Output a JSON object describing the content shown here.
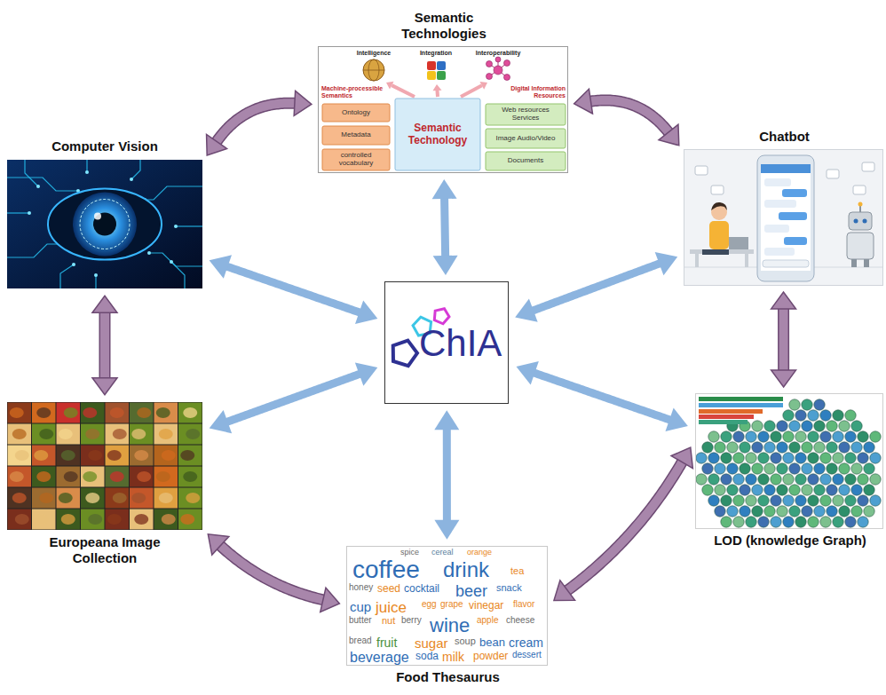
{
  "diagram": {
    "nodes": [
      {
        "text": [
          "Semantic Technologies"
        ]
      },
      {
        "text": [
          "Computer Vision"
        ]
      },
      {
        "text": [
          "Chatbot"
        ]
      },
      {
        "text": [
          "ChIA"
        ]
      },
      {
        "text": [
          "Europeana Image Collection"
        ]
      },
      {
        "text": [
          "LOD (knowledge Graph)"
        ]
      },
      {
        "text": [
          "Food Thesaurus"
        ]
      }
    ],
    "edges": [
      {
        "from": 3,
        "to": 0,
        "arrow": "both"
      },
      {
        "from": 3,
        "to": 1,
        "arrow": "both"
      },
      {
        "from": 3,
        "to": 2,
        "arrow": "both"
      },
      {
        "from": 3,
        "to": 4,
        "arrow": "both"
      },
      {
        "from": 3,
        "to": 5,
        "arrow": "both"
      },
      {
        "from": 3,
        "to": 6,
        "arrow": "both"
      },
      {
        "from": 1,
        "to": 0,
        "arrow": "both"
      },
      {
        "from": 0,
        "to": 2,
        "arrow": "both"
      },
      {
        "from": 2,
        "to": 5,
        "arrow": "both"
      },
      {
        "from": 5,
        "to": 6,
        "arrow": "both"
      },
      {
        "from": 6,
        "to": 4,
        "arrow": "both"
      },
      {
        "from": 4,
        "to": 1,
        "arrow": "both"
      }
    ],
    "labels": [
      "Intelligence",
      "Integration",
      "Interoperability",
      "Machine-processible Semantics",
      "Digital Information Resources",
      "Ontology",
      "Metadata",
      "controlled vocabulary",
      "Semantic Technology",
      "Web resources Services",
      "Image Audio/Video",
      "Documents",
      "spice",
      "cereal",
      "orange",
      "coffee",
      "drink",
      "tea",
      "honey",
      "seed",
      "cocktail",
      "beer",
      "snack",
      "cup",
      "juice",
      "egg",
      "grape",
      "vinegar",
      "flavor",
      "butter",
      "nut",
      "berry",
      "wine",
      "apple",
      "cheese",
      "bread",
      "fruit",
      "sugar",
      "soup",
      "bean",
      "cream",
      "beverage",
      "soda",
      "milk",
      "powder",
      "dessert"
    ]
  }
}
